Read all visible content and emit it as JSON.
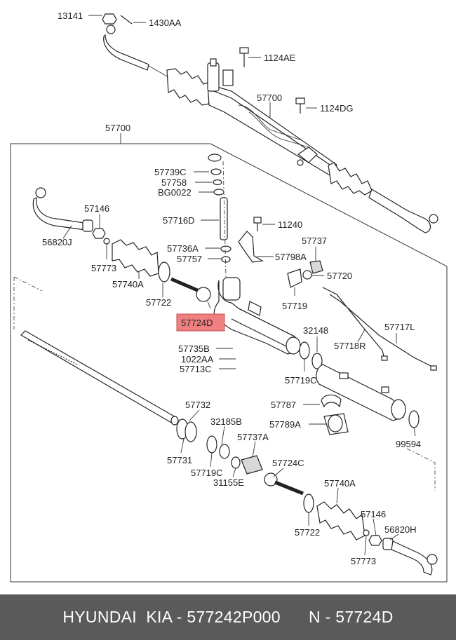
{
  "labels": {
    "l13141": "13141",
    "l1430AA": "1430AA",
    "l1124AE": "1124AE",
    "l57700_top": "57700",
    "l1124DG": "1124DG",
    "l57700_box": "57700",
    "l57739C": "57739C",
    "l57758": "57758",
    "lBG0022": "BG0022",
    "l57146_a": "57146",
    "l56820J": "56820J",
    "l57716D": "57716D",
    "l11240": "11240",
    "l57737": "57737",
    "l57736A": "57736A",
    "l57757": "57757",
    "l57798A": "57798A",
    "l57773_a": "57773",
    "l57740A_a": "57740A",
    "l57720": "57720",
    "l57722_a": "57722",
    "l57719": "57719",
    "l57724D": "57724D",
    "l57717L": "57717L",
    "l32148": "32148",
    "l57718R": "57718R",
    "l57735B": "57735B",
    "l1022AA": "1022AA",
    "l57713C": "57713C",
    "l57719C_a": "57719C",
    "l57787": "57787",
    "l57789A": "57789A",
    "l57732": "57732",
    "l32185B": "32185B",
    "l99594": "99594",
    "l57737A": "57737A",
    "l57731": "57731",
    "l57719C_b": "57719C",
    "l57724C": "57724C",
    "l31155E": "31155E",
    "l57740A_b": "57740A",
    "l57146_b": "57146",
    "l57722_b": "57722",
    "l56820H": "56820H",
    "l57773_b": "57773"
  },
  "highlight_color": "#f08080",
  "footer": {
    "text": "HYUNDAI  KIA - 577242P000      N - 57724D"
  }
}
